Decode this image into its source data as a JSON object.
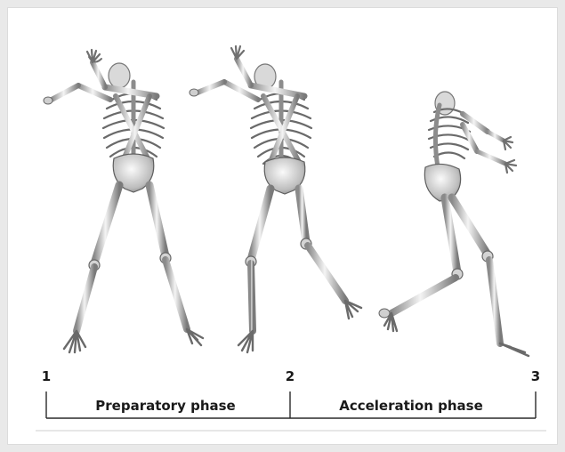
{
  "markers": [
    "1",
    "2",
    "3"
  ],
  "phases": [
    "Preparatory phase",
    "Acceleration phase"
  ],
  "colors": {
    "bone_light": "#f2f2f2",
    "bone_mid": "#b9b9b9",
    "bone_dark": "#6f6f6f",
    "line": "#2a2a2a"
  },
  "figures": [
    {
      "name": "skeleton-pose-1-standing"
    },
    {
      "name": "skeleton-pose-2-stepping"
    },
    {
      "name": "skeleton-pose-3-throwing"
    }
  ]
}
